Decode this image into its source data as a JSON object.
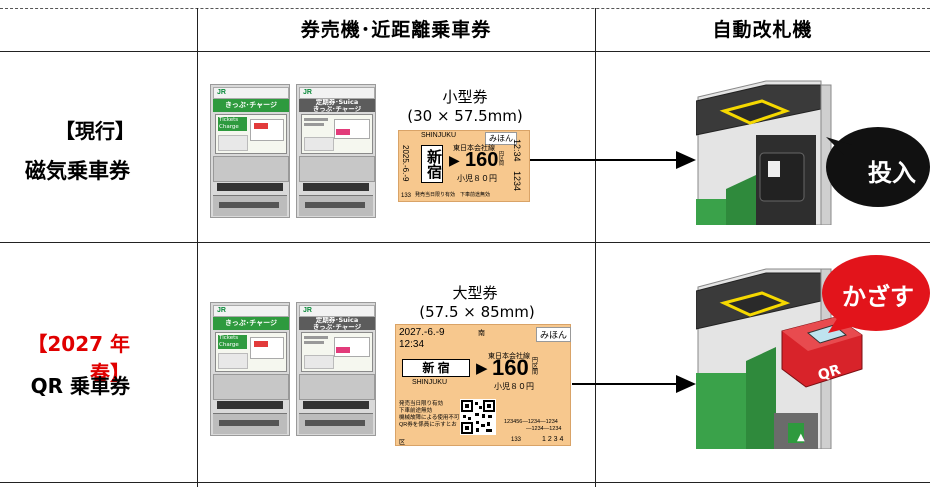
{
  "headers": {
    "col2": "券売機･近距離乗車券",
    "col3": "自動改札機"
  },
  "rows": [
    {
      "label_line1": "【現行】",
      "label_line2": "磁気乗車券",
      "label_color": "#000000",
      "machine_green_band": "きっぷ･チャージ",
      "machine_green_screen": "Tickets Charge",
      "machine_gray_band_line1": "定期券･Suica",
      "machine_gray_band_line2": "きっぷ･チャージ",
      "ticket_size": "小型券",
      "ticket_dims": "(30 × 57.5mm)",
      "ticket": {
        "from_small": "SHINJUKU",
        "from": "新宿",
        "tag": "みほん",
        "line": "東日本会社線",
        "fare": "160",
        "fare_unit": "円区間",
        "child": "小児８０円",
        "date": "2025.-6.-9",
        "time": "12:34",
        "serial": "1234",
        "note": "発売当日限り有効　下車前途無効",
        "code": "133"
      },
      "gate_bubble": "投入"
    },
    {
      "label_line1": "【2027 年春】",
      "label_line2": "QR 乗車券",
      "label_color": "#e00000",
      "machine_green_band": "きっぷ･チャージ",
      "machine_green_screen": "Tickets Charge",
      "machine_gray_band_line1": "定期券･Suica",
      "machine_gray_band_line2": "きっぷ･チャージ",
      "ticket_size": "大型券",
      "ticket_dims": "(57.5 × 85mm)",
      "ticket": {
        "date": "2027.-6.-9",
        "time": "12:34",
        "station_mark": "南",
        "tag": "みほん",
        "from": "新 宿",
        "from_small": "SHINJUKU",
        "line": "東日本会社線",
        "fare": "160",
        "fare_unit": "円区間",
        "child": "小児８０円",
        "note1": "発売当日限り有効",
        "note2": "下車前途無効",
        "note3": "機械故障による使用不可",
        "note4": "QR券を係員に示すとお",
        "num1": "123456—1234—1234",
        "num2": "—1234—1234",
        "code": "133",
        "serial": "1 2 3 4",
        "mark": "区"
      },
      "gate_bubble": "かざす",
      "gate_reader_label": "QR"
    }
  ]
}
